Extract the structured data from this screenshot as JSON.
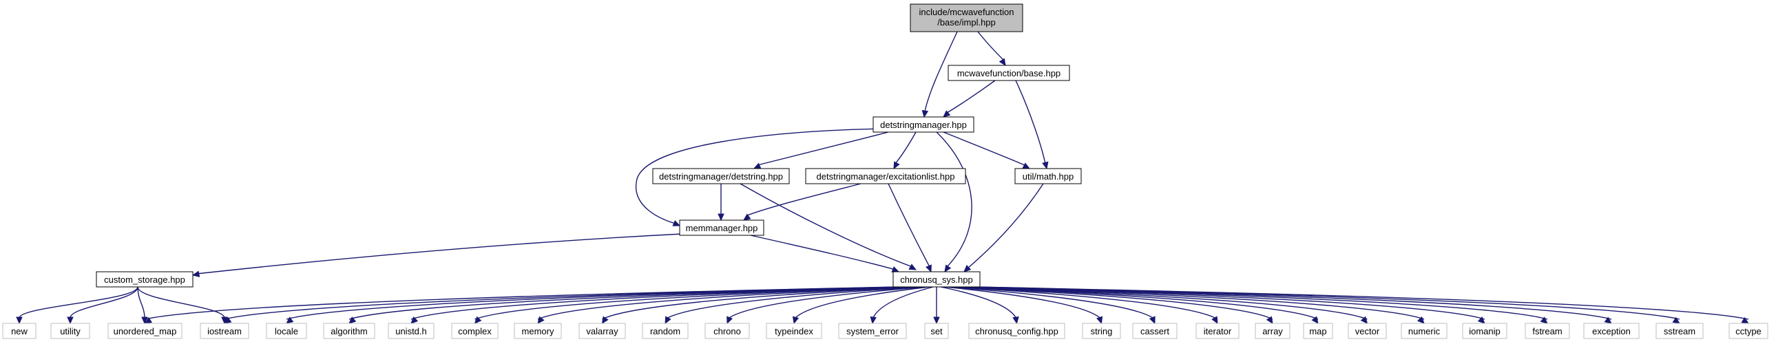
{
  "colors": {
    "edge": "#191970",
    "node_border": "#000000",
    "system_border": "#bfbfbf",
    "root_fill": "#bfbfbf",
    "node_fill": "#ffffff"
  },
  "nodes": {
    "root": [
      "include/mcwavefunction",
      "/base/impl.hpp"
    ],
    "mcwf_base": "mcwavefunction/base.hpp",
    "detstringmanager": "detstringmanager.hpp",
    "detstring": "detstringmanager/detstring.hpp",
    "excitationlist": "detstringmanager/excitationlist.hpp",
    "math": "util/math.hpp",
    "memmanager": "memmanager.hpp",
    "custom_storage": "custom_storage.hpp",
    "chronusq_sys": "chronusq_sys.hpp",
    "sys_headers": {
      "new": "new",
      "utility": "utility",
      "unordered_map": "unordered_map",
      "iostream": "iostream",
      "locale": "locale",
      "algorithm": "algorithm",
      "unistd": "unistd.h",
      "complex": "complex",
      "memory": "memory",
      "valarray": "valarray",
      "random": "random",
      "chrono": "chrono",
      "typeindex": "typeindex",
      "system_error": "system_error",
      "set": "set",
      "chronusq_config": "chronusq_config.hpp",
      "string": "string",
      "cassert": "cassert",
      "iterator": "iterator",
      "array": "array",
      "map": "map",
      "vector": "vector",
      "numeric": "numeric",
      "iomanip": "iomanip",
      "fstream": "fstream",
      "exception": "exception",
      "sstream": "sstream",
      "cctype": "cctype"
    }
  }
}
